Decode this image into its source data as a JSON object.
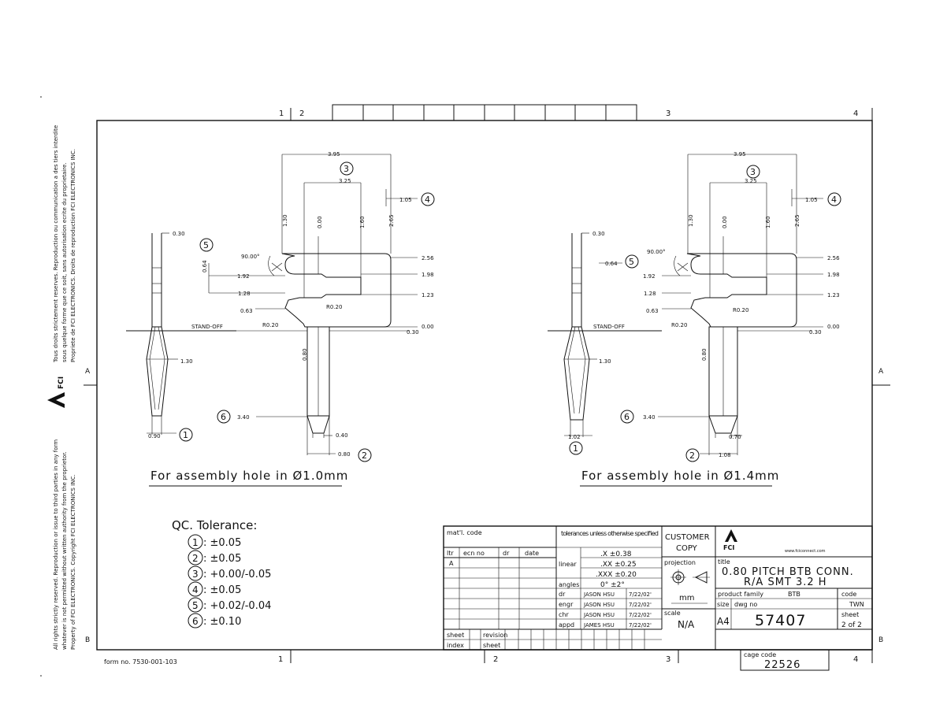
{
  "frame": {
    "top_zones": [
      "1",
      "2",
      "3",
      "4"
    ],
    "bottom_zones": [
      "1",
      "2",
      "3",
      "4"
    ],
    "side_zones": [
      "A",
      "B"
    ],
    "form_no": "form no. 7530-001-103"
  },
  "side_notes": {
    "french": [
      "Tous droits strictement reserves. Reproduction ou communication a des tiers interdite",
      "sous quelque forme que ce soit, sans autorisation ecrite du proprietaire.",
      "Propriete de FCI ELECTRONICS.     Droits de reproduction FCI ELECTRONICS INC."
    ],
    "english": [
      "All rights strictly reserved. Reproduction or issue to third parties in any form",
      "whatever is not permitted without written authority from the proprietor.",
      "Property of FCI ELECTRONICS.       Copyright FCI ELECTRONICS INC."
    ],
    "logo": "FCI"
  },
  "views": [
    {
      "caption": "For assembly hole in Ø1.0mm",
      "dims": {
        "top_width": "3.95",
        "inner_width": "3.25",
        "right_offset": "1.05",
        "d130": "1.30",
        "d000": "0.00",
        "d160": "1.60",
        "d265": "2.65",
        "r256": "2.56",
        "r198": "1.98",
        "r123": "1.23",
        "r000": "0.00",
        "r030": "0.30",
        "angle": "90.00°",
        "d064": "0.64",
        "d192": "1.92",
        "d128": "1.28",
        "d063": "0.63",
        "rad1": "R0.20",
        "rad2": "R0.20",
        "standoff": "STAND-OFF",
        "pin_w": "0.30",
        "pin_h": "1.30",
        "pin_bottom": "0.90",
        "pcb": "0.80",
        "tail_len": "3.40",
        "tail_tip": "0.40",
        "tail_w": "0.80"
      },
      "callouts": [
        "1",
        "2",
        "3",
        "4",
        "5",
        "6"
      ]
    },
    {
      "caption": "For assembly hole in Ø1.4mm",
      "dims": {
        "top_width": "3.95",
        "inner_width": "3.25",
        "right_offset": "1.05",
        "d130": "1.30",
        "d000": "0.00",
        "d160": "1.60",
        "d265": "2.65",
        "r256": "2.56",
        "r198": "1.98",
        "r123": "1.23",
        "r000": "0.00",
        "r030": "0.30",
        "angle": "90.00°",
        "d064": "0.64",
        "d192": "1.92",
        "d128": "1.28",
        "d063": "0.63",
        "rad1": "R0.20",
        "rad2": "R0.20",
        "standoff": "STAND-OFF",
        "pin_w": "0.30",
        "pin_h": "1.30",
        "pin_bottom": "1.02",
        "pcb": "0.80",
        "tail_len": "3.40",
        "tail_tip": "0.70",
        "tail_w": "1.08"
      },
      "callouts": [
        "1",
        "2",
        "3",
        "4",
        "5",
        "6"
      ]
    }
  ],
  "tolerance": {
    "title": "QC. Tolerance:",
    "rows": [
      {
        "num": "1",
        "value": ": ±0.05"
      },
      {
        "num": "2",
        "value": ": ±0.05"
      },
      {
        "num": "3",
        "value": ": +0.00/-0.05"
      },
      {
        "num": "4",
        "value": ": ±0.05"
      },
      {
        "num": "5",
        "value": ": +0.02/-0.04"
      },
      {
        "num": "6",
        "value": ": ±0.10"
      }
    ]
  },
  "title_block": {
    "matl_code": "mat'l. code",
    "rev_headers": [
      "ltr",
      "ecn no",
      "dr",
      "date"
    ],
    "rev_ltr": "A",
    "tolerances_header": "tolerances unless otherwise specified",
    "linear_label": "linear",
    "tol_x": ".X  ±0.38",
    "tol_xx": ".XX  ±0.25",
    "tol_xxx": ".XXX  ±0.20",
    "angles_label": "angles",
    "angles_value": "0°  ±2°",
    "people": [
      {
        "role": "dr",
        "name": "JASON HSU",
        "date": "7/22/02'"
      },
      {
        "role": "engr",
        "name": "JASON HSU",
        "date": "7/22/02'"
      },
      {
        "role": "chr",
        "name": "JASON HSU",
        "date": "7/22/02'"
      },
      {
        "role": "appd",
        "name": "JAMES HSU",
        "date": "7/22/02'"
      }
    ],
    "customer_copy_1": "CUSTOMER",
    "customer_copy_2": "COPY",
    "projection": "projection",
    "unit": "mm",
    "scale_label": "scale",
    "scale_value": "N/A",
    "logo": "FCI",
    "website": "www.fciconnect.com",
    "title_label": "title",
    "title_line1": "0.80 PITCH BTB CONN.",
    "title_line2": "R/A SMT 3.2 H",
    "product_family_label": "product family",
    "product_family": "BTB",
    "code_label": "code",
    "code_value": "TWN",
    "size_label": "size",
    "size_value": "A4",
    "dwg_no_label": "dwg no",
    "dwg_no": "57407",
    "sheet_label": "sheet",
    "sheet_value": "2 of 2",
    "sheet_cell": "sheet",
    "revision_cell": "revision",
    "index_cell": "index",
    "sheet_cell2": "sheet",
    "cage_code_label": "cage code",
    "cage_code": "22526"
  }
}
